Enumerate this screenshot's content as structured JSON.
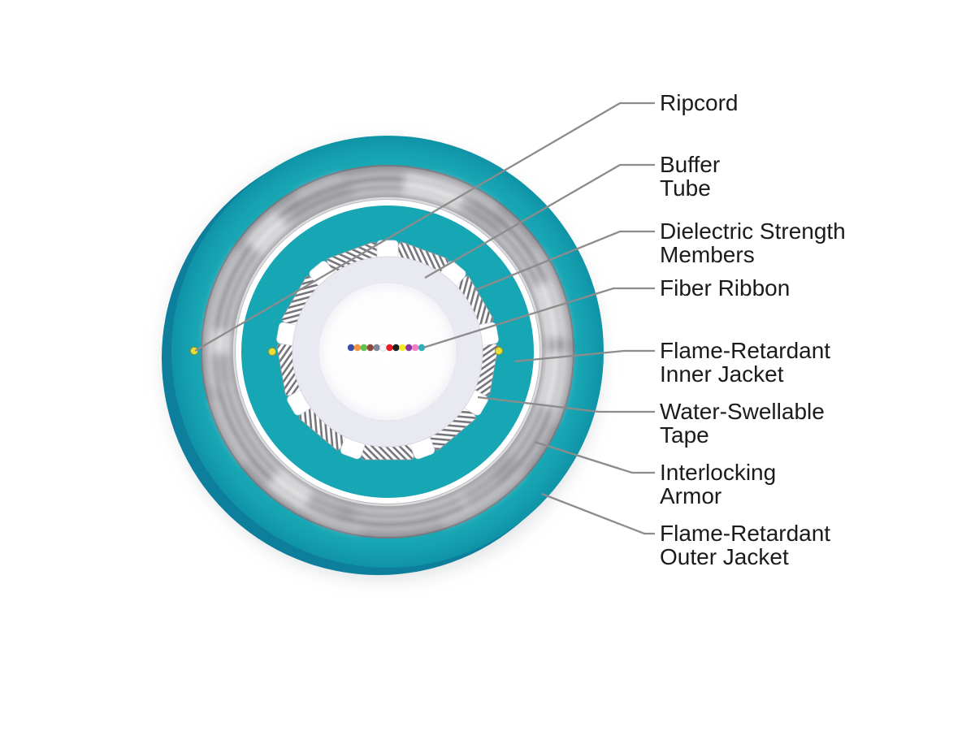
{
  "labels": [
    {
      "id": "ripcord",
      "line1": "Ripcord",
      "line2": ""
    },
    {
      "id": "buffer-tube",
      "line1": "Buffer",
      "line2": "Tube"
    },
    {
      "id": "dielectric-strength-members",
      "line1": "Dielectric Strength",
      "line2": "Members"
    },
    {
      "id": "fiber-ribbon",
      "line1": "Fiber Ribbon",
      "line2": ""
    },
    {
      "id": "flame-retardant-inner-jacket",
      "line1": "Flame-Retardant",
      "line2": "Inner Jacket"
    },
    {
      "id": "water-swellable-tape",
      "line1": "Water-Swellable",
      "line2": "Tape"
    },
    {
      "id": "interlocking-armor",
      "line1": "Interlocking",
      "line2": "Armor"
    },
    {
      "id": "flame-retardant-outer-jacket",
      "line1": "Flame-Retardant",
      "line2": "Outer Jacket"
    }
  ],
  "colors": {
    "background": "#ffffff",
    "jacket_teal": "#17a7b4",
    "jacket_teal_bright": "#19abb8",
    "jacket_teal_dark": "#0d7e9b",
    "armor_gray": "#a9a9ae",
    "armor_gray_light": "#bcbcc0",
    "armor_gray_dark": "#8d8d93",
    "gap_white": "#ffffff",
    "tape_white": "#ffffff",
    "buffer_lavender": "#e9e9f2",
    "center_white": "#fdfdfe",
    "hatch_gray": "#75757c",
    "ripcord_yellow": "#e8e03a",
    "ripcord_yellow_edge": "#97931f",
    "leader_line": "#8c8c8c",
    "label_text": "#1b1b1b"
  },
  "fiber_ribbon": {
    "fiber_count": 12,
    "fiber_colors": [
      "#3c4ea8",
      "#f2953f",
      "#66bf4a",
      "#8a4a42",
      "#7f8695",
      "#f7f7f7",
      "#ea1c24",
      "#1f1f1f",
      "#f5ea2c",
      "#8f35a0",
      "#f080c0",
      "#25b2ba"
    ]
  }
}
